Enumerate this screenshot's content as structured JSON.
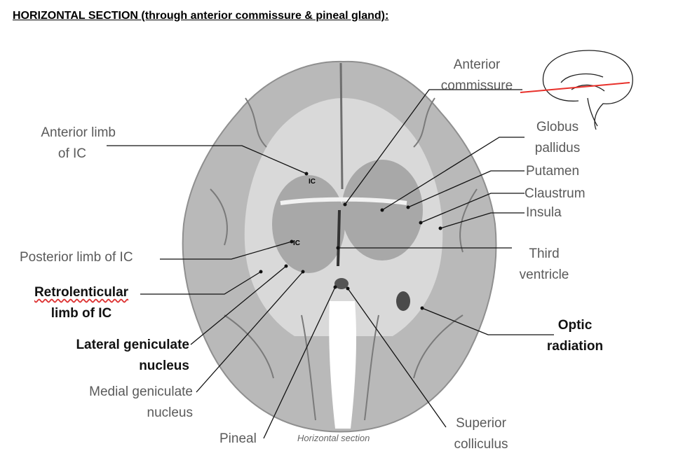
{
  "heading": "HORIZONTAL SECTION (through anterior commissure & pineal gland):",
  "caption": "Horizontal section",
  "ic_marks": [
    "IC",
    "IC"
  ],
  "labels": {
    "anterior_limb": [
      "Anterior limb",
      "of IC"
    ],
    "posterior_limb": "Posterior limb of IC",
    "retrolenticular": [
      "Retrolenticular",
      "limb of IC"
    ],
    "lgn": [
      "Lateral geniculate",
      "nucleus"
    ],
    "mgn": [
      "Medial geniculate",
      "nucleus"
    ],
    "pineal": "Pineal",
    "anterior_commissure": [
      "Anterior",
      "commissure"
    ],
    "globus_pallidus": [
      "Globus",
      "pallidus"
    ],
    "putamen": "Putamen",
    "claustrum": "Claustrum",
    "insula": "Insula",
    "third_ventricle": [
      "Third",
      "ventricle"
    ],
    "optic_radiation": [
      "Optic",
      "radiation"
    ],
    "superior_colliculus": [
      "Superior",
      "colliculus"
    ]
  },
  "colors": {
    "plane_line": "#e8302a",
    "leader": "#111111",
    "brain_fill": "#b9b9b9"
  }
}
